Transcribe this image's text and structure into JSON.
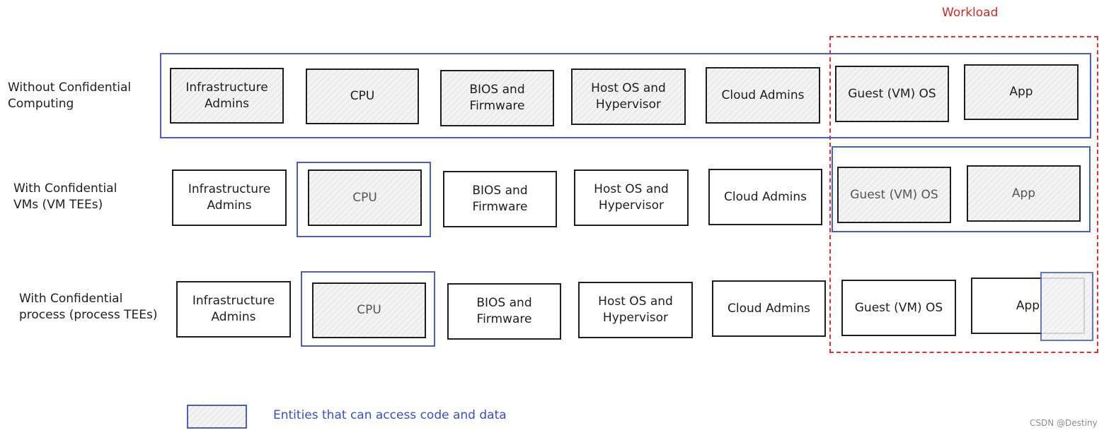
{
  "workload_label": "Workload",
  "rows": [
    {
      "label": "Without Confidential\nComputing",
      "boxes": [
        "Infrastructure\nAdmins",
        "CPU",
        "BIOS and\nFirmware",
        "Host OS and\nHypervisor",
        "Cloud Admins",
        "Guest (VM) OS",
        "App"
      ],
      "access": [
        "Infrastructure\nAdmins",
        "CPU",
        "BIOS and\nFirmware",
        "Host OS and\nHypervisor",
        "Cloud Admins",
        "Guest (VM) OS",
        "App"
      ]
    },
    {
      "label": "With Confidential\nVMs (VM TEEs)",
      "boxes": [
        "Infrastructure\nAdmins",
        "CPU",
        "BIOS and\nFirmware",
        "Host OS and\nHypervisor",
        "Cloud Admins",
        "Guest (VM) OS",
        "App"
      ],
      "access": [
        "CPU",
        "Guest (VM) OS",
        "App"
      ]
    },
    {
      "label": "With Confidential\nprocess (process TEEs)",
      "boxes": [
        "Infrastructure\nAdmins",
        "CPU",
        "BIOS and\nFirmware",
        "Host OS and\nHypervisor",
        "Cloud Admins",
        "Guest (VM) OS",
        "App"
      ],
      "access": [
        "CPU",
        "App (partial)"
      ]
    }
  ],
  "legend": {
    "text": "Entities that can access code and data"
  },
  "watermark": "CSDN @Destiny",
  "colors": {
    "access_frame": "#4a5fc1",
    "workload_frame": "#e03131",
    "legend_text": "#364fc7"
  }
}
